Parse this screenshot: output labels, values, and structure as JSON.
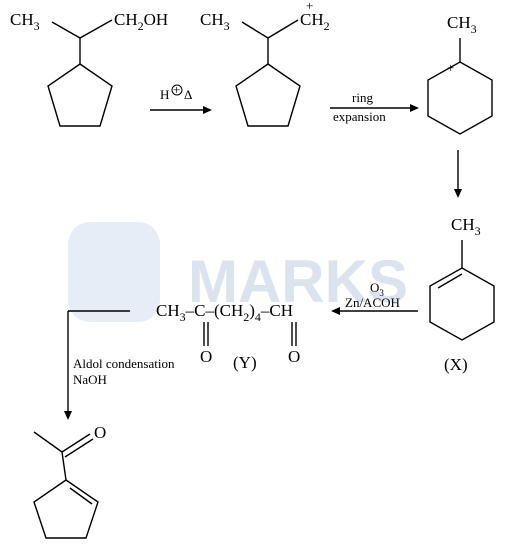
{
  "watermark": {
    "text": "MARKS",
    "color": "#dbe3ef"
  },
  "reactant": {
    "ch3": "CH",
    "ch3_sub": "3",
    "ch2oh_pre": "CH",
    "ch2oh_sub": "2",
    "ch2oh_post": "OH"
  },
  "step1": {
    "reagent": "H",
    "plus": "+",
    "heat": "Δ"
  },
  "carbocation": {
    "ch3": "CH",
    "ch3_sub": "3",
    "plus": "+",
    "ch2": "CH",
    "ch2_sub": "2"
  },
  "step2": {
    "line1": "ring",
    "line2": "expansion"
  },
  "expanded_cation": {
    "ch3": "CH",
    "ch3_sub": "3",
    "plus": "+"
  },
  "alkene_x": {
    "ch3": "CH",
    "ch3_sub": "3",
    "label": "(X)"
  },
  "step3": {
    "o3": "O",
    "o3_sub": "3",
    "line2": "Zn/ACOH"
  },
  "product_y": {
    "ch3": "CH",
    "ch3_sub": "3",
    "c_dash": "–C–(CH",
    "ch2_sub": "2",
    "paren_sub": "4",
    "tail": "–CH",
    "o1": "O",
    "o2": "O",
    "label": "(Y)"
  },
  "step4": {
    "line1": "Aldol condensation",
    "line2": "NaOH"
  },
  "final_product": {
    "oxygen": "O"
  }
}
